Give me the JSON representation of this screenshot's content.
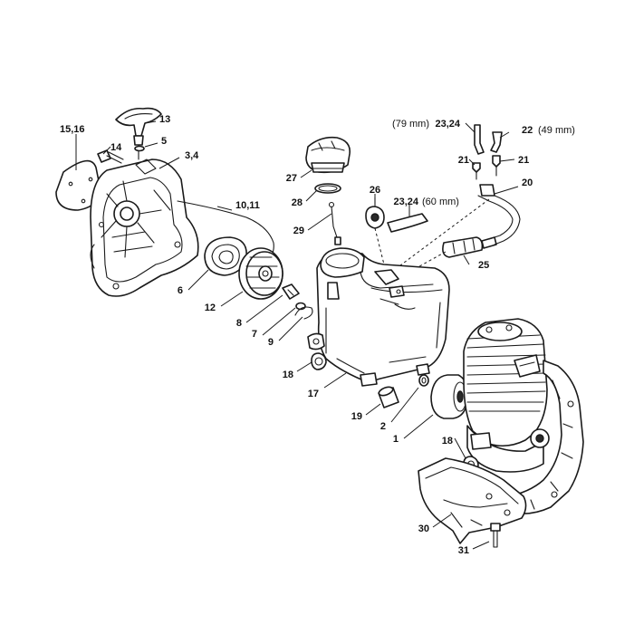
{
  "callouts": {
    "c1": "1",
    "c2": "2",
    "c3_4": "3,4",
    "c5": "5",
    "c6": "6",
    "c7": "7",
    "c8": "8",
    "c9": "9",
    "c10_11": "10,11",
    "c12": "12",
    "c13": "13",
    "c14": "14",
    "c15_16": "15,16",
    "c17": "17",
    "c18a": "18",
    "c18b": "18",
    "c19": "19",
    "c20": "20",
    "c21a": "21",
    "c21b": "21",
    "c22": "22",
    "c23_24a": "23,24",
    "c23_24b": "23,24",
    "c25": "25",
    "c26": "26",
    "c27": "27",
    "c28": "28",
    "c29": "29",
    "c30": "30",
    "c31": "31"
  },
  "notes": {
    "n79": "(79 mm)",
    "n49": "(49 mm)",
    "n60": "(60 mm)"
  }
}
